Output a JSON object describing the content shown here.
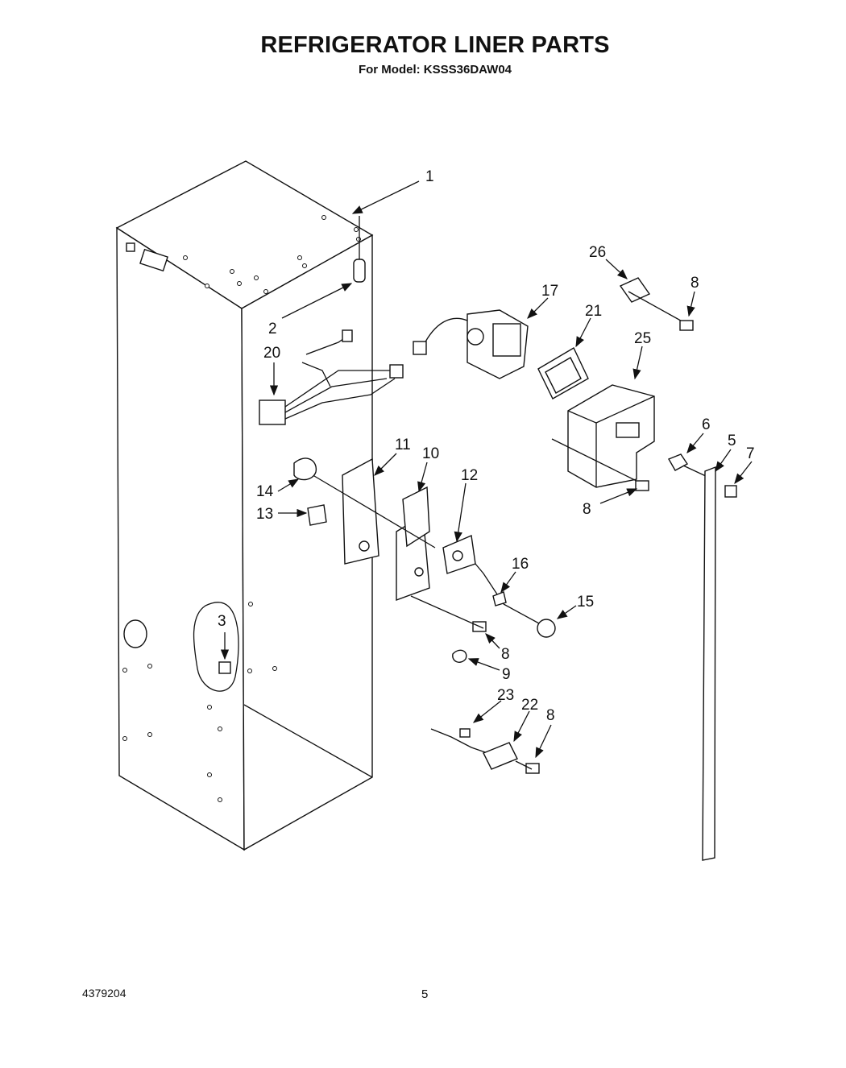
{
  "page": {
    "title": "REFRIGERATOR LINER PARTS",
    "subtitle": "For Model: KSSS36DAW04",
    "doc_number": "4379204",
    "page_number": "5"
  },
  "callouts": [
    "1",
    "2",
    "20",
    "26",
    "8",
    "17",
    "21",
    "25",
    "11",
    "10",
    "14",
    "13",
    "12",
    "6",
    "5",
    "7",
    "8",
    "16",
    "15",
    "3",
    "8",
    "9",
    "23",
    "22",
    "8"
  ]
}
